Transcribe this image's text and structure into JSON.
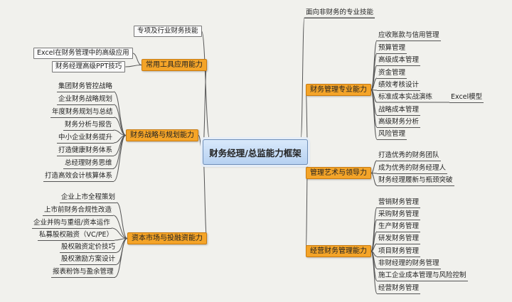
{
  "center": "财务经理/总监能力框架",
  "right_top": "面向非财务的专业技能",
  "left_top": "专项及行业财务技能",
  "branches": {
    "tools": {
      "label": "常用工具应用能力",
      "items": [
        "Excel在财务管理中的高级应用",
        "财务经理高级PPT技巧"
      ]
    },
    "strategy": {
      "label": "财务战略与规划能力",
      "items": [
        "集团财务管控战略",
        "企业财务战略规划",
        "年度财务规划与总结",
        "财务分析与报告",
        "中小企业财务提升",
        "打造健康财务体系",
        "总经理财务思维",
        "打造高效会计核算体系"
      ]
    },
    "capital": {
      "label": "资本市场与投融资能力",
      "items": [
        "企业上市全程策划",
        "上市前财务合规性改造",
        "企业并购与重组/资本运作",
        "私募股权融资（VC/PE）",
        "股权融资定价技巧",
        "股权激励方案设计",
        "报表粉饰与盈余管理"
      ]
    },
    "professional": {
      "label": "财务管理专业能力",
      "items": [
        "应收账款与信用管理",
        "预算管理",
        "高级成本管理",
        "资金管理",
        "绩效考核设计",
        "标准成本实战演练",
        "战略成本管理",
        "高级财务分析",
        "风险管理"
      ],
      "sub_label": "Excel模型"
    },
    "leadership": {
      "label": "管理艺术与领导力",
      "items": [
        "打造优秀的财务团队",
        "成为优秀的财务经理人",
        "财务经理履新与瓶颈突破"
      ]
    },
    "operations": {
      "label": "经营财务管理能力",
      "items": [
        "营销财务管理",
        "采购财务管理",
        "生产财务管理",
        "研发财务管理",
        "项目财务管理",
        "非财经理的财务管理",
        "施工企业成本管理与风险控制",
        "经营财务管理"
      ]
    }
  }
}
